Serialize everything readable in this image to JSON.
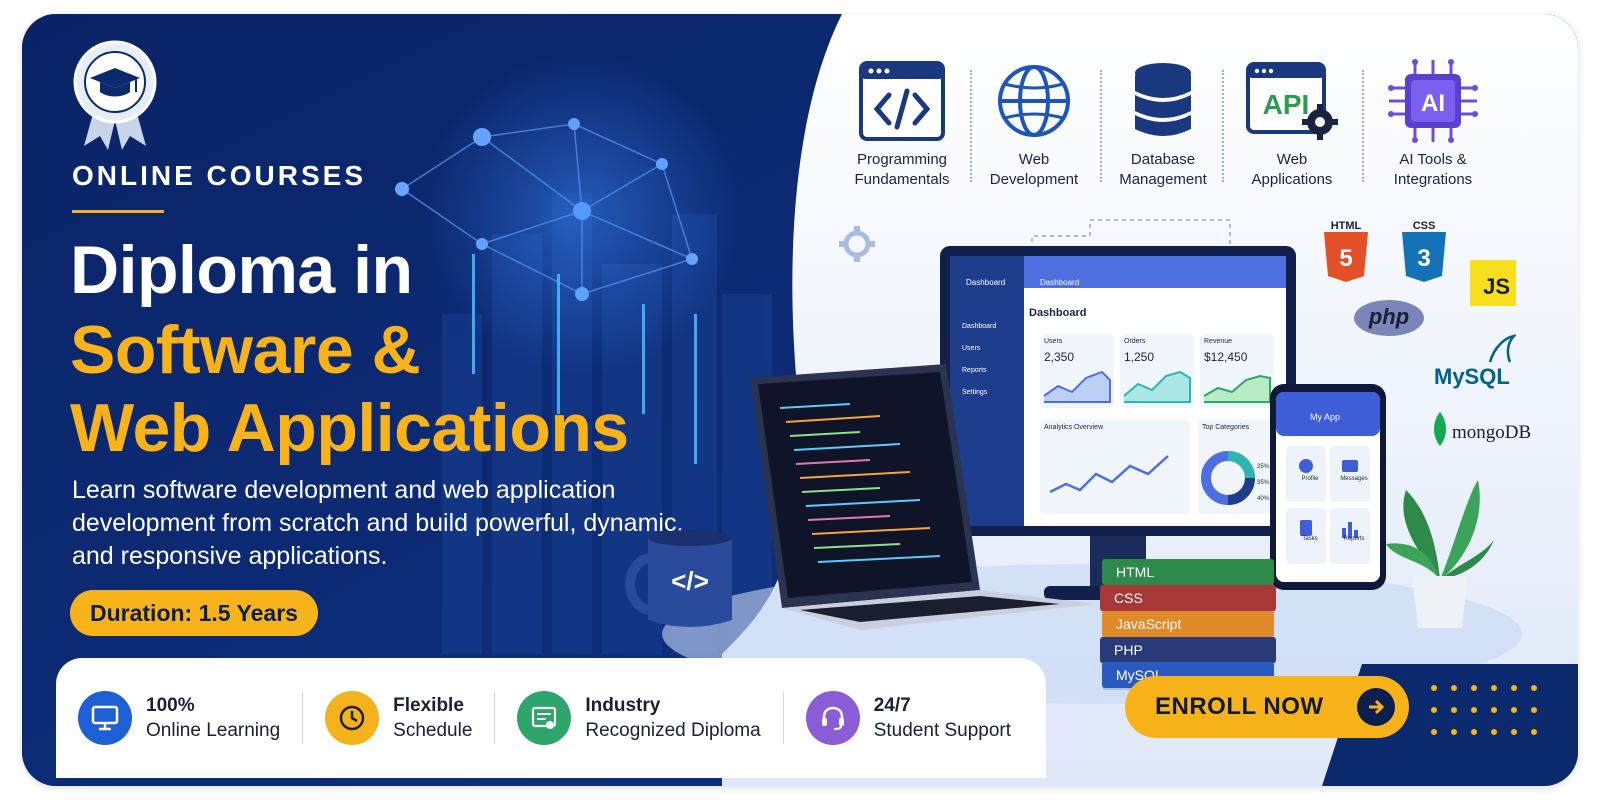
{
  "hero": {
    "eyebrow": "ONLINE COURSES",
    "title_line1": "Diploma in",
    "title_line2": "Software &",
    "title_line3": "Web Applications",
    "description": "Learn software development and web application development from scratch and build powerful, dynamic, and responsive applications.",
    "duration": "Duration: 1.5 Years"
  },
  "categories": [
    {
      "line1": "Programming",
      "line2": "Fundamentals",
      "icon": "code-window-icon"
    },
    {
      "line1": "Web",
      "line2": "Development",
      "icon": "globe-icon"
    },
    {
      "line1": "Database",
      "line2": "Management",
      "icon": "database-icon"
    },
    {
      "line1": "Web",
      "line2": "Applications",
      "icon": "api-gear-icon"
    },
    {
      "line1": "AI Tools &",
      "line2": "Integrations",
      "icon": "ai-chip-icon"
    }
  ],
  "tech_logos": {
    "html": "HTML",
    "css": "CSS",
    "js": "JS",
    "php": "php",
    "mysql": "MySQL",
    "mongodb": "mongoDB"
  },
  "dashboard": {
    "brand": "Dashboard",
    "header": "Dashboard",
    "title": "Dashboard",
    "nav": [
      "Dashboard",
      "Users",
      "Reports",
      "Settings"
    ],
    "stats": [
      {
        "label": "Users",
        "value": "2,350"
      },
      {
        "label": "Orders",
        "value": "1,250"
      },
      {
        "label": "Revenue",
        "value": "$12,450"
      }
    ],
    "analytics_title": "Analytics Overview",
    "categories_title": "Top Categories",
    "category_pcts": [
      "25%",
      "35%",
      "40%"
    ]
  },
  "phone": {
    "title": "My App",
    "tiles": [
      "Profile",
      "Messages",
      "Tasks",
      "Reports"
    ]
  },
  "books": [
    "HTML",
    "CSS",
    "JavaScript",
    "PHP",
    "MySQL"
  ],
  "features": [
    {
      "bold": "100%",
      "regular": "Online Learning",
      "icon": "monitor-icon",
      "color": "#1f5fd6"
    },
    {
      "bold": "Flexible",
      "regular": "Schedule",
      "icon": "clock-icon",
      "color": "#f5b21a"
    },
    {
      "bold": "Industry",
      "regular": "Recognized Diploma",
      "icon": "certificate-icon",
      "color": "#2ea56b"
    },
    {
      "bold": "24/7",
      "regular": "Student Support",
      "icon": "headset-icon",
      "color": "#8a5cd6"
    }
  ],
  "cta": {
    "label": "ENROLL NOW"
  },
  "colors": {
    "navy": "#0b2a6e",
    "gold": "#f8b21a",
    "white": "#ffffff"
  }
}
